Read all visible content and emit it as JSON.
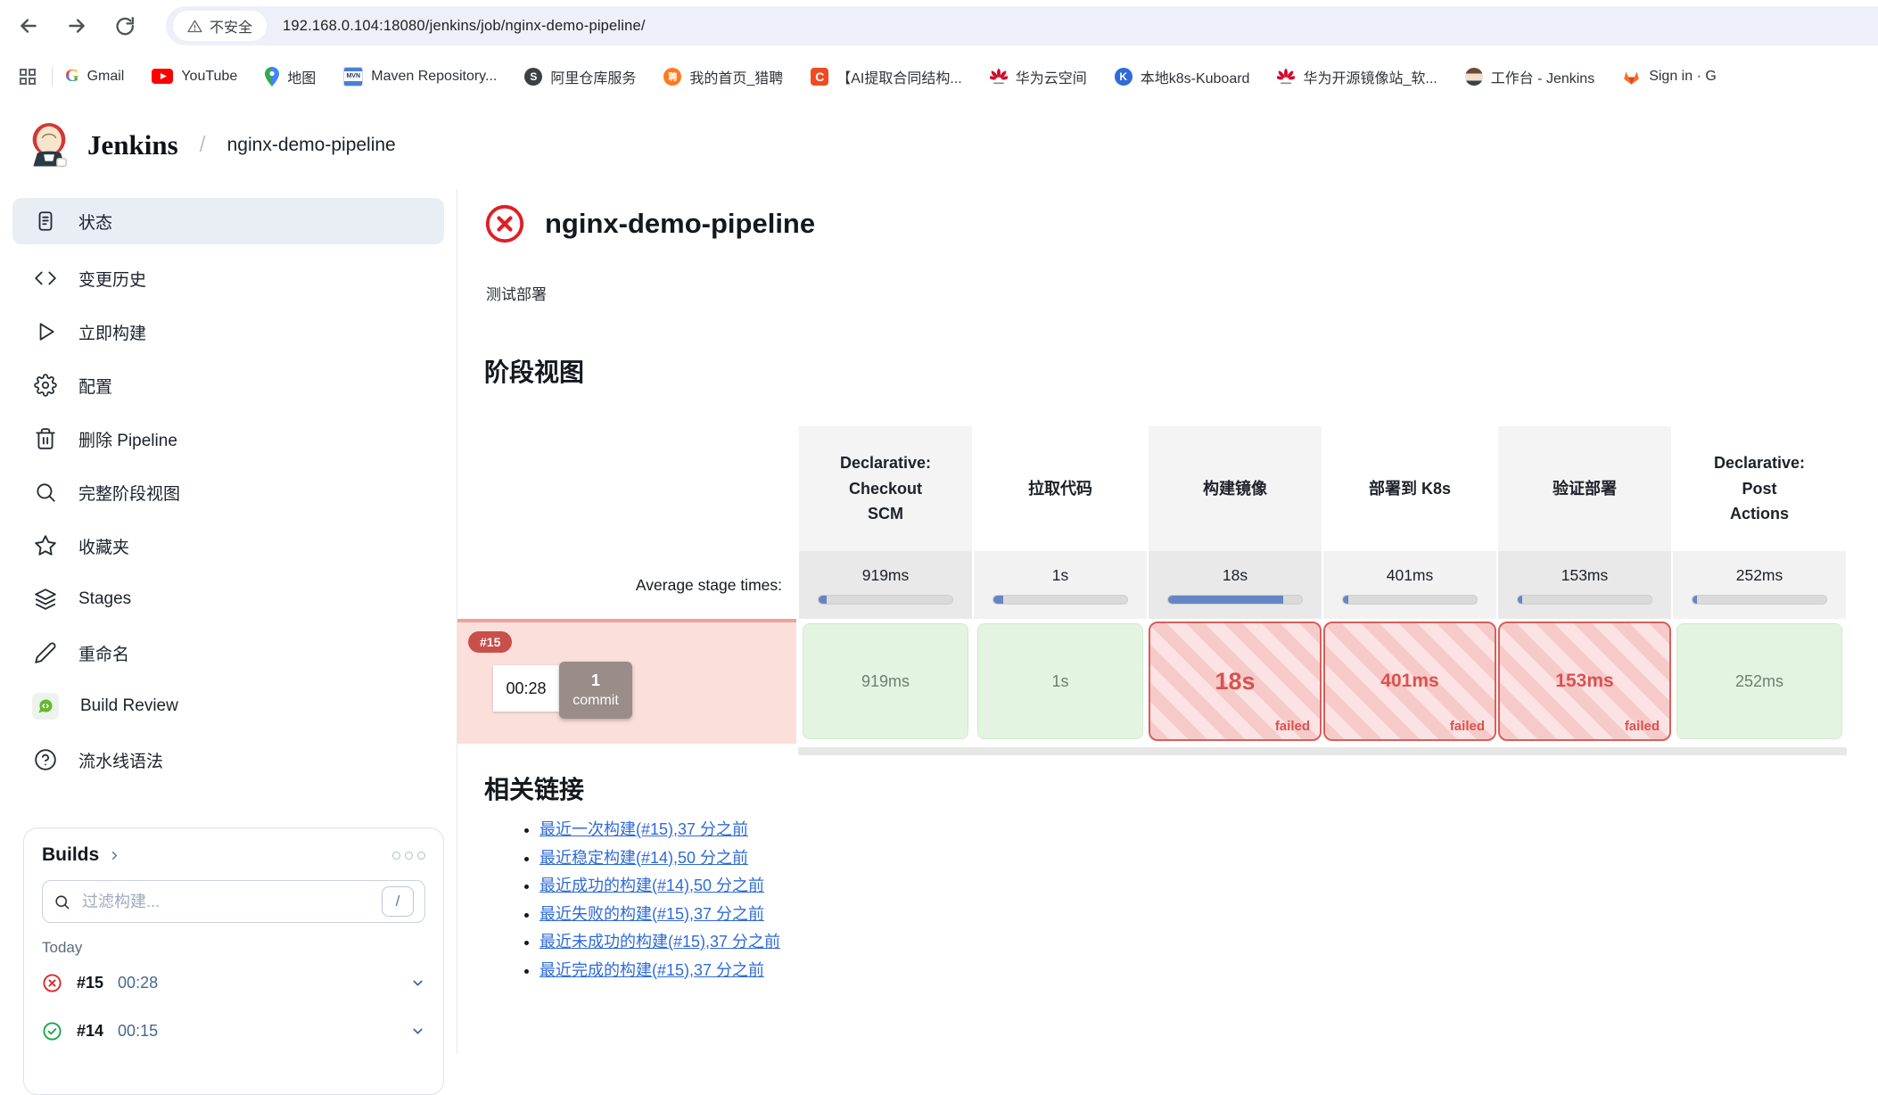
{
  "colors": {
    "url_bar_bg": "#edf0f8",
    "selected_nav_bg": "#e9edf4",
    "link_blue": "#2f6bd8",
    "success_green": "#1ea64a",
    "fail_red": "#dc2a2a",
    "stage_success_bg": "#e3f5e1",
    "stage_fail_border": "#d65f5c",
    "stage_fail_text": "#d9534f",
    "stage_fail_stripe_a": "#f7caca",
    "stage_fail_stripe_b": "#fbe3e3",
    "build_row_pink": "#fbdfda",
    "badge_red": "#c94f4b",
    "commit_gray": "#9a8d89",
    "avg_bar_blue": "#6585c4",
    "builds_accent": "#4d76a1",
    "build_review_green": "#66b82f"
  },
  "browser": {
    "security_label": "不安全",
    "url": "192.168.0.104:18080/jenkins/job/nginx-demo-pipeline/",
    "bookmarks": [
      {
        "label": "Gmail"
      },
      {
        "label": "YouTube"
      },
      {
        "label": "地图"
      },
      {
        "label": "Maven Repository..."
      },
      {
        "label": "阿里仓库服务"
      },
      {
        "label": "我的首页_猎聘"
      },
      {
        "label": "【AI提取合同结构..."
      },
      {
        "label": "华为云空间"
      },
      {
        "label": "本地k8s-Kuboard"
      },
      {
        "label": "华为开源镜像站_软..."
      },
      {
        "label": "工作台 - Jenkins"
      },
      {
        "label": "Sign in · G"
      }
    ]
  },
  "header": {
    "brand": "Jenkins",
    "separator": "/",
    "breadcrumb": "nginx-demo-pipeline"
  },
  "sidebar": {
    "items": [
      {
        "label": "状态"
      },
      {
        "label": "变更历史"
      },
      {
        "label": "立即构建"
      },
      {
        "label": "配置"
      },
      {
        "label": "删除 Pipeline"
      },
      {
        "label": "完整阶段视图"
      },
      {
        "label": "收藏夹"
      },
      {
        "label": "Stages"
      },
      {
        "label": "重命名"
      },
      {
        "label": "Build Review"
      },
      {
        "label": "流水线语法"
      }
    ]
  },
  "builds_panel": {
    "title": "Builds",
    "filter_placeholder": "过滤构建...",
    "shortcut_key": "/",
    "group_label": "Today",
    "builds": [
      {
        "id": "#15",
        "time": "00:28",
        "status": "failed"
      },
      {
        "id": "#14",
        "time": "00:15",
        "status": "success"
      }
    ]
  },
  "main": {
    "status": "failed",
    "title": "nginx-demo-pipeline",
    "description": "测试部署",
    "stage_view_heading": "阶段视图",
    "stage_view": {
      "avg_label": "Average stage times:",
      "stages": [
        "Declarative: Checkout SCM",
        "拉取代码",
        "构建镜像",
        "部署到 K8s",
        "验证部署",
        "Declarative: Post Actions"
      ],
      "avg_times": [
        "919ms",
        "1s",
        "18s",
        "401ms",
        "153ms",
        "252ms"
      ],
      "avg_bars": [
        "width:6%",
        "width:7%",
        "width:86%",
        "width:4%",
        "width:3%",
        "width:3%"
      ],
      "build_badge": "#15",
      "build_duration": "00:28",
      "commit_count": "1",
      "commit_label": "commit",
      "failed_label": "failed",
      "cells": [
        {
          "time": "919ms",
          "status": "success"
        },
        {
          "time": "1s",
          "status": "success"
        },
        {
          "time": "18s",
          "status": "failed"
        },
        {
          "time": "401ms",
          "status": "failed"
        },
        {
          "time": "153ms",
          "status": "failed"
        },
        {
          "time": "252ms",
          "status": "success"
        }
      ]
    },
    "related_heading": "相关链接",
    "related_links": [
      "最近一次构建(#15),37 分之前",
      "最近稳定构建(#14),50 分之前",
      "最近成功的构建(#14),50 分之前",
      "最近失败的构建(#15),37 分之前",
      "最近未成功的构建(#15),37 分之前",
      "最近完成的构建(#15),37 分之前"
    ]
  }
}
